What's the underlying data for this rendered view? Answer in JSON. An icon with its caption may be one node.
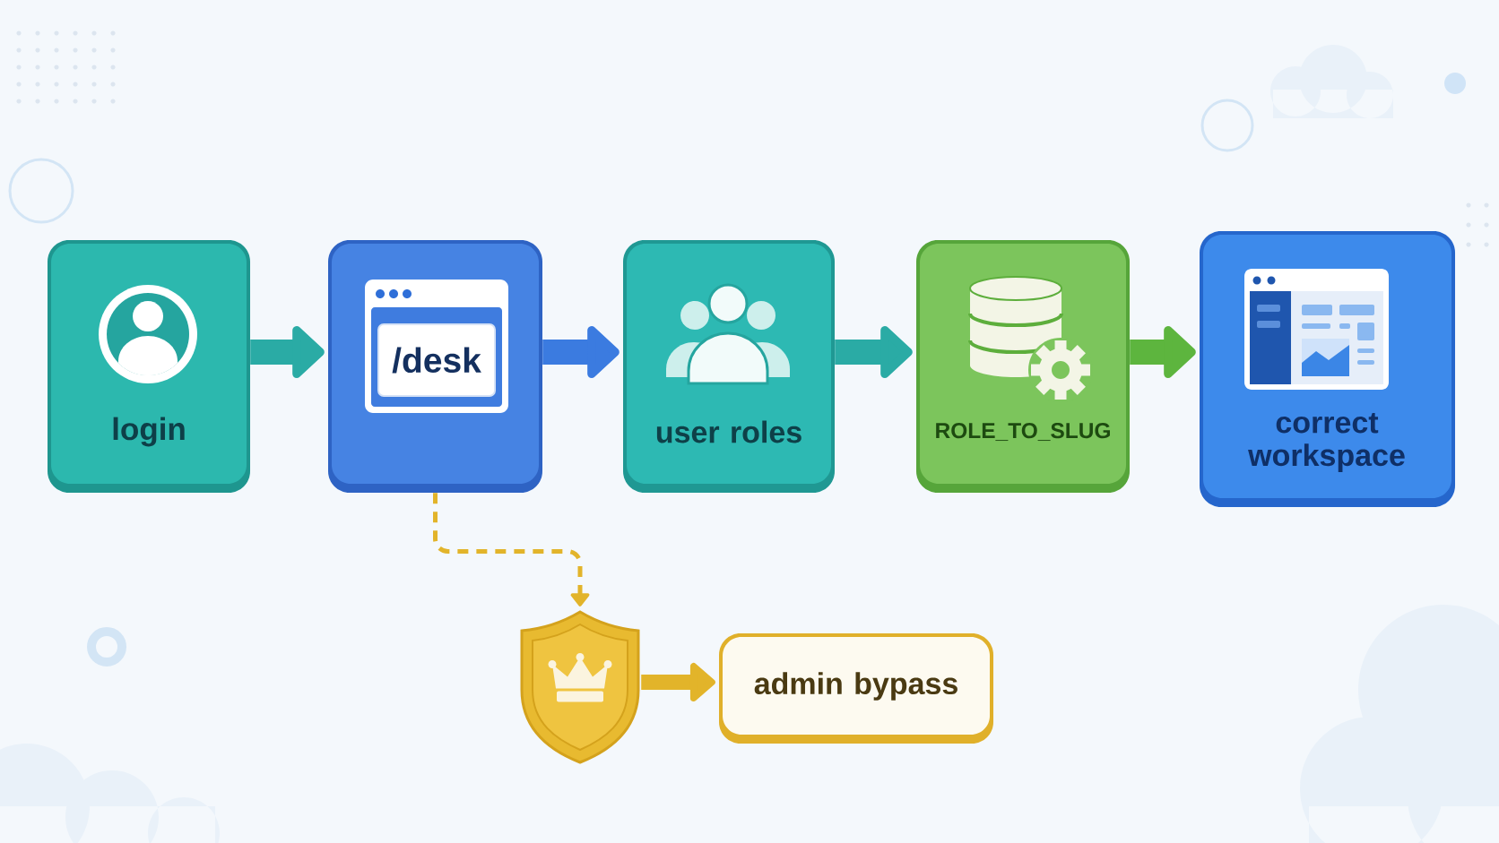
{
  "diagram": {
    "nodes": [
      {
        "text": [
          "login"
        ]
      },
      {
        "text": [
          "/desk"
        ]
      },
      {
        "text": [
          "user roles"
        ]
      },
      {
        "text": [
          "ROLE_TO_SLUG"
        ]
      },
      {
        "text": [
          "correct workspace"
        ]
      },
      {
        "text": [],
        "shape": "shield"
      },
      {
        "text": [
          "admin bypass"
        ]
      }
    ],
    "edges": [
      {
        "from": 0,
        "to": 1,
        "arrow": "to",
        "color": "#2aaba5"
      },
      {
        "from": 1,
        "to": 2,
        "arrow": "to",
        "color": "#3b7be0"
      },
      {
        "from": 2,
        "to": 3,
        "arrow": "to",
        "color": "#2aaba5"
      },
      {
        "from": 3,
        "to": 4,
        "arrow": "to",
        "color": "#5db53e"
      },
      {
        "from": 1,
        "to": 5,
        "arrow": "to",
        "style": "dashed",
        "color": "#e2b42a"
      },
      {
        "from": 5,
        "to": 6,
        "arrow": "to",
        "color": "#e2b42a"
      }
    ]
  }
}
